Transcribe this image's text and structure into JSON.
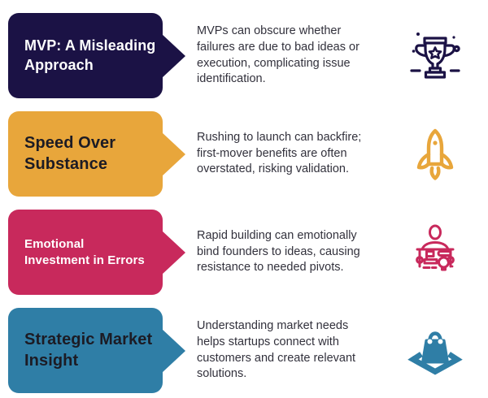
{
  "page": {
    "background_color": "#ffffff",
    "body_text_color": "#32313c"
  },
  "rows": [
    {
      "title": "MVP: A Misleading\nApproach",
      "description": "MVPs can obscure whether failures are due to bad ideas or execution, complicating issue identification.",
      "box_color": "#1b1245",
      "title_color": "#ffffff",
      "icon": "trophy-icon",
      "icon_color": "#1b1245"
    },
    {
      "title": "Speed Over\nSubstance",
      "description": "Rushing to launch can backfire; first-mover benefits are often overstated, risking validation.",
      "box_color": "#e8a63b",
      "title_color": "#1c1b24",
      "icon": "rocket-icon",
      "icon_color": "#e8a63b"
    },
    {
      "title": "Emotional\nInvestment in Errors",
      "description": "Rapid building can emotionally bind founders to ideas, causing resistance to needed pivots.",
      "box_color": "#c8295c",
      "title_color": "#ffffff",
      "icon": "person-idea-board-icon",
      "icon_color": "#c8295c"
    },
    {
      "title": "Strategic Market\nInsight",
      "description": "Understanding market needs helps startups connect with customers and create relevant solutions.",
      "box_color": "#2f7ea6",
      "title_color": "#1c1b24",
      "icon": "shopping-bag-icon",
      "icon_color": "#2f7ea6"
    }
  ]
}
